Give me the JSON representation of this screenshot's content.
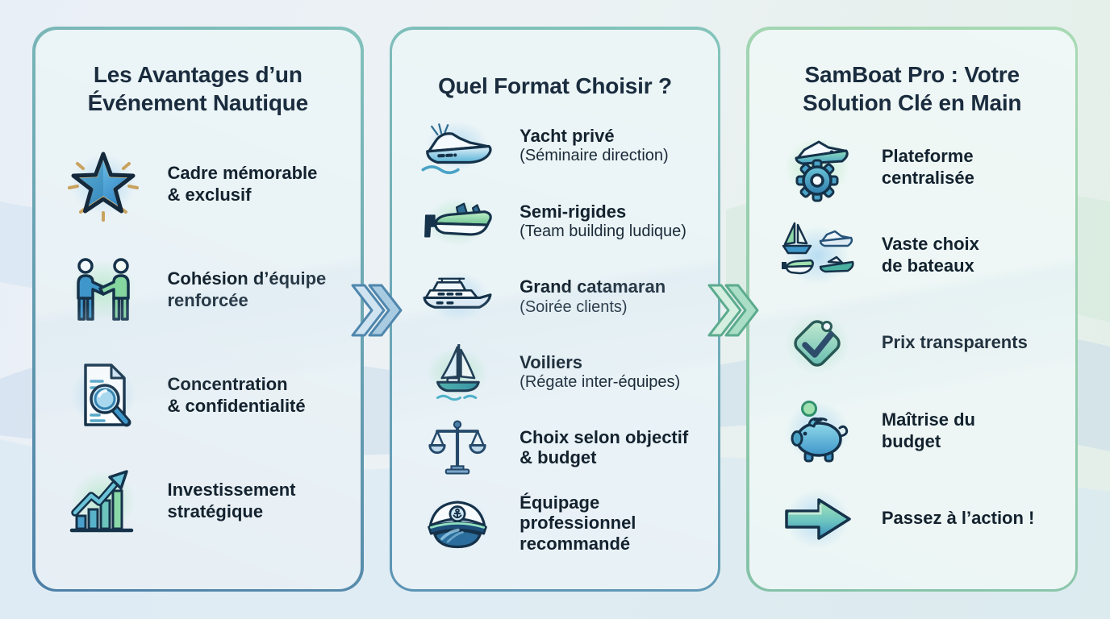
{
  "colors": {
    "background_left": "#e9eff6",
    "background_right": "#e4efe9",
    "panel_background": "#f7fbfd",
    "panel1_border_blue": "#4d7fa8",
    "panel2_border_teal": "#5b93b5",
    "panel3_border_green": "#95cda9",
    "heading_text": "#1a2c3e",
    "body_text": "#13222e",
    "chevron_blue": "#4f86ad",
    "chevron_green": "#5cab8e"
  },
  "panels": [
    {
      "title": "Les Avantages d’un\nÉvénement Nautique",
      "items": [
        {
          "icon": "star-icon",
          "label": "Cadre mémorable\n& exclusif"
        },
        {
          "icon": "team-handshake-icon",
          "label": "Cohésion d’équipe\nrenforcée"
        },
        {
          "icon": "document-magnifier-icon",
          "label": "Concentration\n& confidentialité"
        },
        {
          "icon": "growth-chart-icon",
          "label": "Investissement\nstratégique"
        }
      ]
    },
    {
      "title": "Quel Format Choisir ?",
      "items": [
        {
          "icon": "yacht-icon",
          "title": "Yacht privé",
          "subtitle": "(Séminaire direction)"
        },
        {
          "icon": "rib-boat-icon",
          "title": "Semi-rigides",
          "subtitle": "(Team building ludique)"
        },
        {
          "icon": "catamaran-icon",
          "title": "Grand catamaran",
          "subtitle": "(Soirée clients)"
        },
        {
          "icon": "sailboat-icon",
          "title": "Voiliers",
          "subtitle": "(Régate inter-équipes)"
        },
        {
          "icon": "balance-scale-icon",
          "title": "Choix selon objectif\n& budget",
          "subtitle": ""
        },
        {
          "icon": "captain-hat-icon",
          "title": "Équipage professionnel\nrecommandé",
          "subtitle": ""
        }
      ]
    },
    {
      "title": "SamBoat Pro : Votre\nSolution Clé en Main",
      "items": [
        {
          "icon": "boat-gear-icon",
          "label": "Plateforme\ncentralisée"
        },
        {
          "icon": "boat-fleet-icon",
          "label": "Vaste choix\nde bateaux"
        },
        {
          "icon": "price-tag-check-icon",
          "label": "Prix transparents"
        },
        {
          "icon": "piggy-bank-icon",
          "label": "Maîtrise du\nbudget"
        },
        {
          "icon": "arrow-right-icon",
          "label": "Passez à l’action !"
        }
      ]
    }
  ],
  "connectors": [
    {
      "icon": "double-chevron-right-icon",
      "color": "blue"
    },
    {
      "icon": "double-chevron-right-icon",
      "color": "green"
    }
  ]
}
